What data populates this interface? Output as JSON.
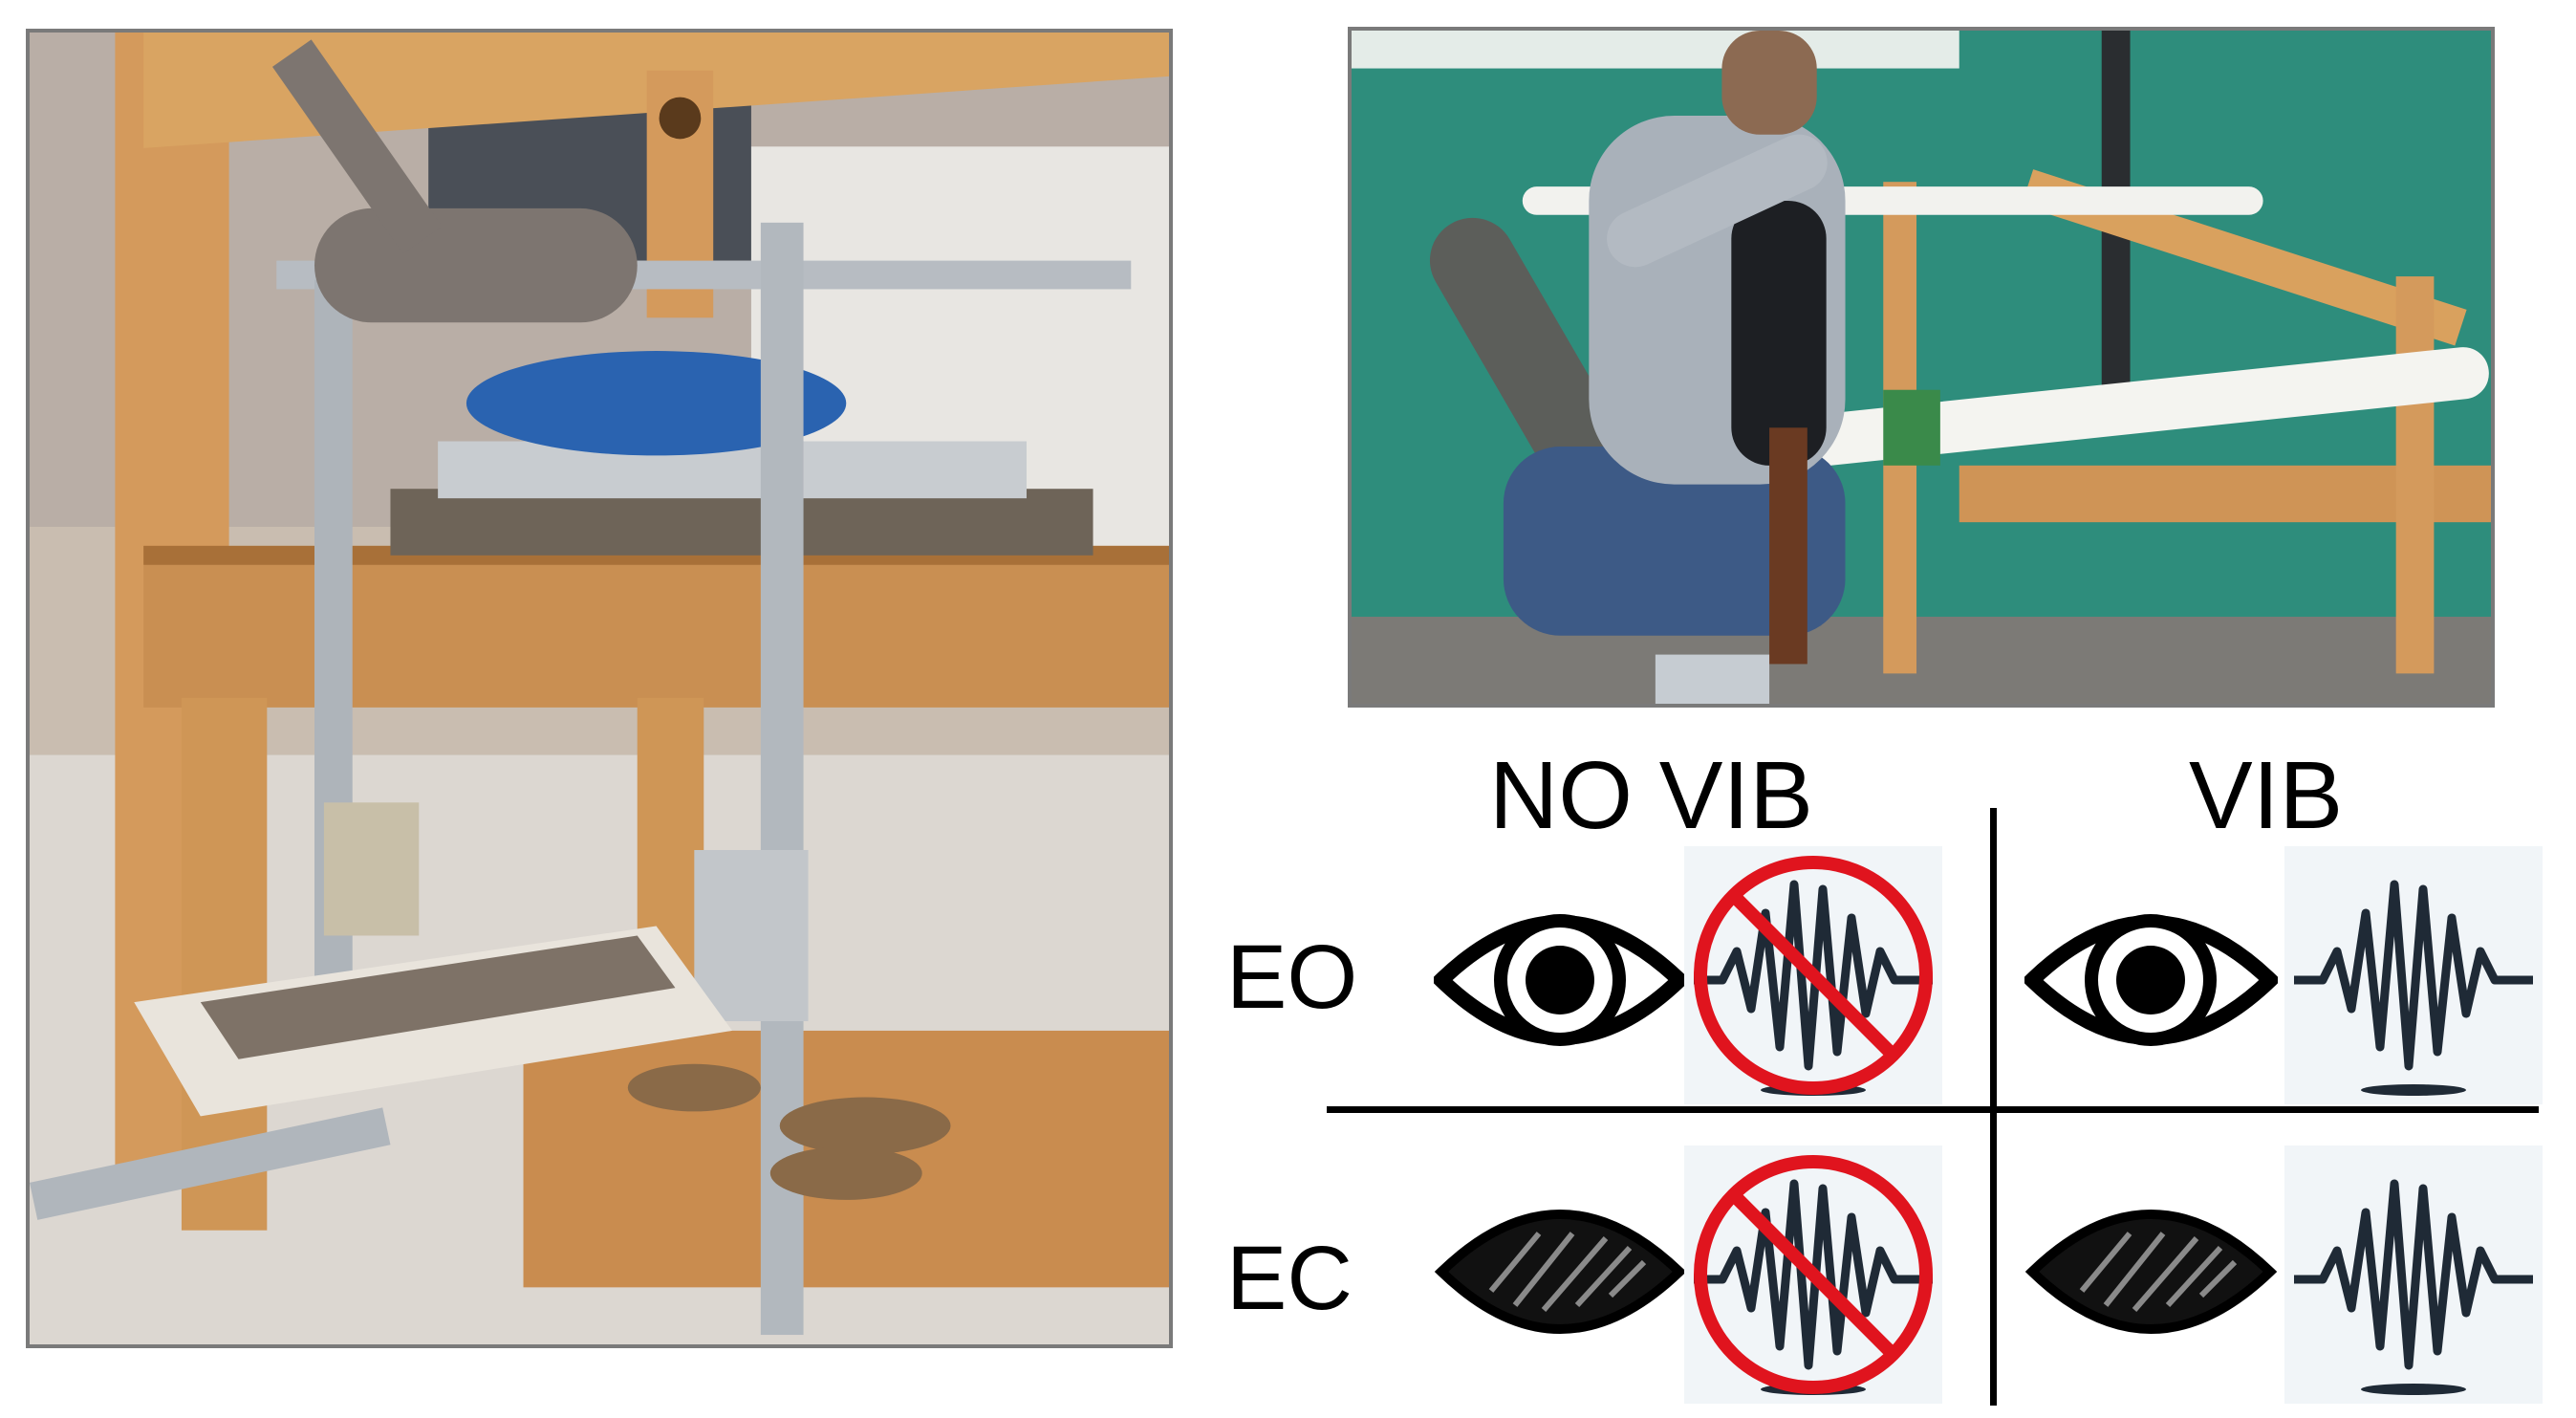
{
  "photos": {
    "left": {
      "icon": "balance-apparatus-photo"
    },
    "right": {
      "icon": "seated-participant-photo"
    }
  },
  "grid": {
    "col_headers": [
      "NO VIB",
      "VIB"
    ],
    "row_headers": [
      "EO",
      "EC"
    ],
    "icons": {
      "open_eye": "eye-open-icon",
      "closed_eye": "eye-closed-icon",
      "vibration": "vibration-wave-icon",
      "no_vibration": "no-vibration-icon"
    },
    "colors": {
      "ink": "#000000",
      "wave": "#1f2a36",
      "prohibition": "#e0141e",
      "wave_bg": "#f1f5f8"
    }
  }
}
